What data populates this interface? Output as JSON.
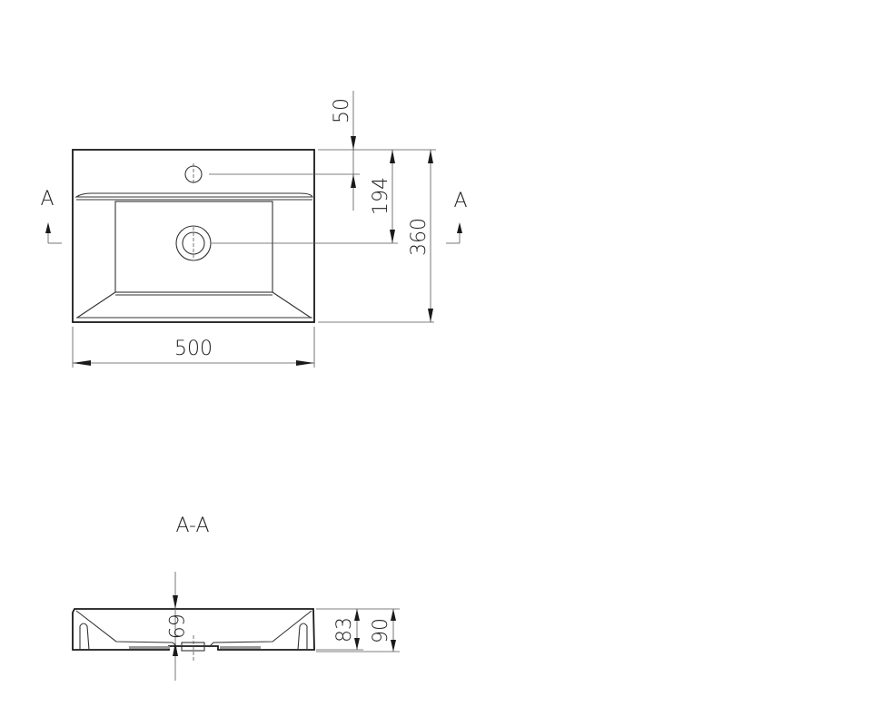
{
  "top_view": {
    "section_mark_left": "A",
    "section_mark_right": "A",
    "dimensions": {
      "tap_hole_offset": "50",
      "drain_offset": "194",
      "depth": "360",
      "width": "500"
    }
  },
  "section_view": {
    "title": "A-A",
    "dimensions": {
      "inner_depth": "69",
      "height_inner": "83",
      "height_total": "90"
    }
  },
  "colors": {
    "line": "#1a1a1a",
    "hatch": "#999999"
  }
}
